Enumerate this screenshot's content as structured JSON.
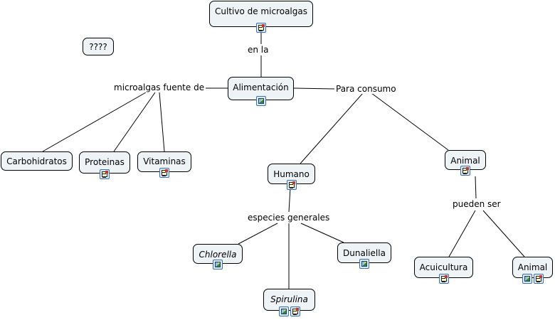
{
  "nodes": {
    "cultivo": {
      "label": "Cultivo de microalgas",
      "icons": [
        "document-icon"
      ]
    },
    "unknown": {
      "label": "????",
      "icons": []
    },
    "alimentacion": {
      "label": "Alimentación",
      "icons": [
        "image-icon"
      ]
    },
    "carbohidratos": {
      "label": "Carbohidratos",
      "icons": []
    },
    "proteinas": {
      "label": "Proteinas",
      "icons": [
        "document-icon"
      ]
    },
    "vitaminas": {
      "label": "Vitaminas",
      "icons": [
        "document-icon"
      ]
    },
    "humano": {
      "label": "Humano",
      "icons": [
        "document-icon"
      ]
    },
    "animal": {
      "label": "Animal",
      "icons": [
        "document-icon"
      ]
    },
    "chlorella": {
      "label": "Chlorella",
      "icons": [
        "image-icon"
      ]
    },
    "dunaliella": {
      "label": "Dunaliella",
      "icons": [
        "image-icon"
      ]
    },
    "spirulina": {
      "label": "Spirulina",
      "icons": [
        "image-icon",
        "document-icon"
      ]
    },
    "acuicultura": {
      "label": "Acuicultura",
      "icons": [
        "document-icon"
      ]
    },
    "animal2": {
      "label": "Animal",
      "icons": [
        "image-icon",
        "document-icon"
      ]
    }
  },
  "linking_phrases": {
    "en_la": "en la",
    "fuente_de": "microalgas fuente de",
    "para_consumo": "Para consumo",
    "especies": "especies generales",
    "pueden_ser": "pueden ser"
  }
}
